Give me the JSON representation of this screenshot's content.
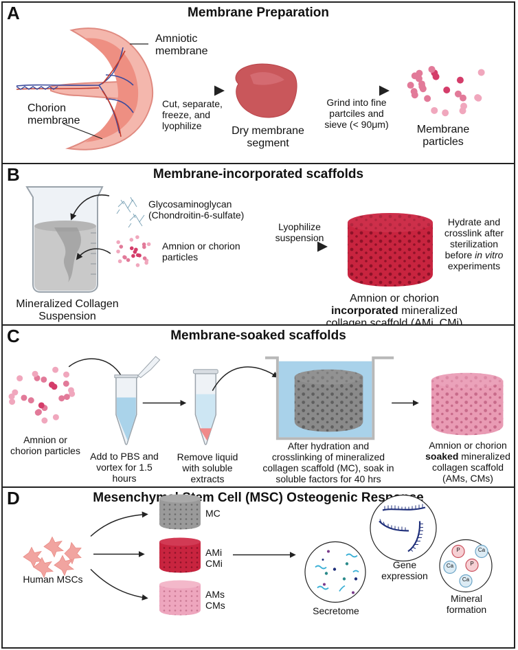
{
  "panels": {
    "A": {
      "label": "A",
      "title": "Membrane Preparation",
      "amniotic_label_1": "Amniotic",
      "amniotic_label_2": "membrane",
      "chorion_label_1": "Chorion",
      "chorion_label_2": "membrane",
      "step1_1": "Cut, separate,",
      "step1_2": "freeze, and",
      "step1_3": "lyophilize",
      "dry_1": "Dry membrane",
      "dry_2": "segment",
      "step2_1": "Grind into fine",
      "step2_2": "partciles and",
      "step2_3": "sieve (< 90μm)",
      "particles_1": "Membrane",
      "particles_2": "particles"
    },
    "B": {
      "label": "B",
      "title": "Membrane-incorporated scaffolds",
      "gag_1": "Glycosaminoglycan",
      "gag_2": "(Chondroitin-6-sulfate)",
      "particles_1": "Amnion or chorion",
      "particles_2": "particles",
      "beaker_1": "Mineralized Collagen",
      "beaker_2": "Suspension",
      "lyo_1": "Lyophilize",
      "lyo_2": "suspension",
      "hydrate_1": "Hydrate and",
      "hydrate_2": "crosslink after",
      "hydrate_3": "sterilization",
      "hydrate_4a": "before ",
      "hydrate_4b": "in vitro",
      "hydrate_5": "experiments",
      "result_1": "Amnion or chorion",
      "result_2a": "incorporated",
      "result_2b": " mineralized",
      "result_3": "collagen scaffold (AMi, CMi)"
    },
    "C": {
      "label": "C",
      "title": "Membrane-soaked scaffolds",
      "particles_1": "Amnion or",
      "particles_2": "chorion particles",
      "pbs_1": "Add to PBS and",
      "pbs_2": "vortex for 1.5",
      "pbs_3": "hours",
      "remove_1": "Remove liquid",
      "remove_2": "with soluble",
      "remove_3": "extracts",
      "soak_1": "After hydration and",
      "soak_2": "crosslinking of mineralized",
      "soak_3": "collagen scaffold (MC), soak in",
      "soak_4": "soluble factors for 40 hrs",
      "result_1": "Amnion or chorion",
      "result_2a": "soaked",
      "result_2b": " mineralized",
      "result_3": "collagen scaffold",
      "result_4": "(AMs, CMs)"
    },
    "D": {
      "label": "D",
      "title": "Mesenchymal Stem Cell (MSC) Osteogenic Response",
      "cells": "Human MSCs",
      "mc": "MC",
      "ami": "AMi",
      "cmi": "CMi",
      "ams": "AMs",
      "cms": "CMs",
      "secretome": "Secretome",
      "gene_1": "Gene",
      "gene_2": "expression",
      "mineral_1": "Mineral",
      "mineral_2": "formation",
      "ion_p": "P",
      "ion_ca": "Ca"
    }
  },
  "colors": {
    "membrane": "#e98b80",
    "membrane_light": "#f2b3a8",
    "vessel_red": "#c0392b",
    "vessel_blue": "#3b4a9c",
    "particle_dark": "#d43d6a",
    "particle_light": "#f0a7bd",
    "scaffold_red": "#c8243f",
    "scaffold_gray": "#8a8a8a",
    "scaffold_pink": "#e99bb4",
    "liquid_blue": "#aad3ea",
    "extract_red": "#f08a8a",
    "dna_blue": "#1f2f7a"
  }
}
